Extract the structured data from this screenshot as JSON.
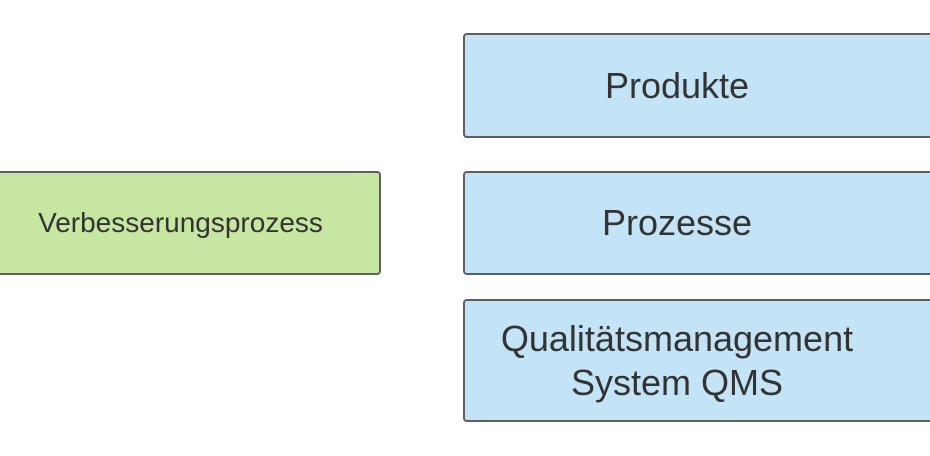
{
  "diagram": {
    "nodes": {
      "verbesserungsprozess": {
        "label": "Verbesserungsprozess",
        "fill": "#c7e6a2"
      },
      "produkte": {
        "label": "Produkte",
        "fill": "#c3e3f6"
      },
      "prozesse": {
        "label": "Prozesse",
        "fill": "#c3e3f6"
      },
      "qms": {
        "label_line_1": "Qualitätsmanagement",
        "label_line_2": "System QMS",
        "fill": "#c3e3f6"
      }
    },
    "colors": {
      "border": "#5f5f5f",
      "text": "#333333",
      "background": "#ffffff"
    }
  }
}
